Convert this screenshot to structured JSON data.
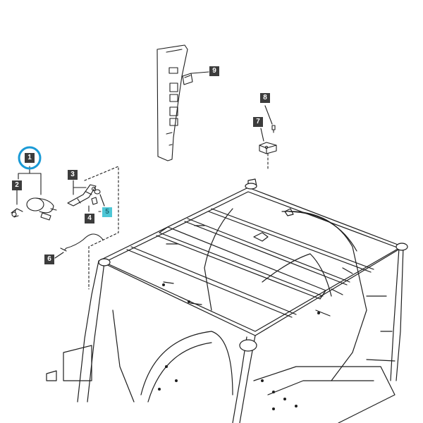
{
  "callouts": {
    "c1": {
      "label": "1",
      "highlighted": true,
      "ring_color": "#1a9ad6"
    },
    "c2": {
      "label": "2"
    },
    "c3": {
      "label": "3"
    },
    "c4": {
      "label": "4"
    },
    "c5": {
      "label": "5",
      "fill": "#4ec7d6"
    },
    "c6": {
      "label": "6"
    },
    "c7": {
      "label": "7"
    },
    "c8": {
      "label": "8"
    },
    "c9": {
      "label": "9"
    }
  },
  "colors": {
    "line": "#1e1e1e",
    "callout_fill": "#3c3c3c",
    "highlight_ring": "#1a9ad6",
    "highlight_fill": "#4ec7d6"
  }
}
